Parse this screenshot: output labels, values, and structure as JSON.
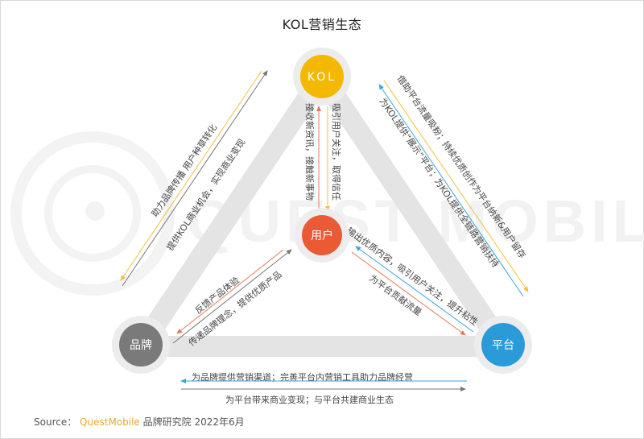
{
  "title": "KOL营销生态",
  "watermark": "QUEST MOBILE",
  "colors": {
    "kol": "#f5b800",
    "user": "#ea5b35",
    "brand": "#7a7a7a",
    "platform": "#2b9ad8",
    "ring": "#e6e6e6",
    "arrow_yellow": "#f0c040",
    "arrow_gray": "#777777",
    "arrow_orange": "#e07a5a",
    "arrow_blue": "#3aa5d8",
    "source_brand": "#e8a92c"
  },
  "nodes": {
    "kol": "KOL",
    "user": "用户",
    "brand": "品牌",
    "platform": "平台"
  },
  "edges": {
    "kol_user_left": "接收新资讯，接触新事物",
    "kol_user_right": "吸引用户关注，取得信任",
    "brand_kol_upper": "助力品牌传播 用户种草转化",
    "brand_kol_lower": "提供KOL商业机会，实现商业变现",
    "kol_platform_upper": "借助平台流量吸粉；持续优质创作为平台纳新&用户留存",
    "kol_platform_lower": "为KOL提供“展示”平台；为KOL提供全链路营销扶持",
    "brand_user_upper": "反馈产品体验",
    "brand_user_lower": "传递品牌理念，提供优质产品",
    "user_platform_upper": "输出优质内容，吸引用户关注，提升粘性",
    "user_platform_lower": "为平台贡献流量",
    "platform_brand_top": "为品牌提供营销渠道；完善平台内营销工具助力品牌经营",
    "brand_platform_bottom": "为平台带来商业变现；与平台共建商业生态"
  },
  "source": {
    "prefix": "Source：",
    "brand": "QuestMobile",
    "suffix": "品牌研究院 2022年6月"
  }
}
